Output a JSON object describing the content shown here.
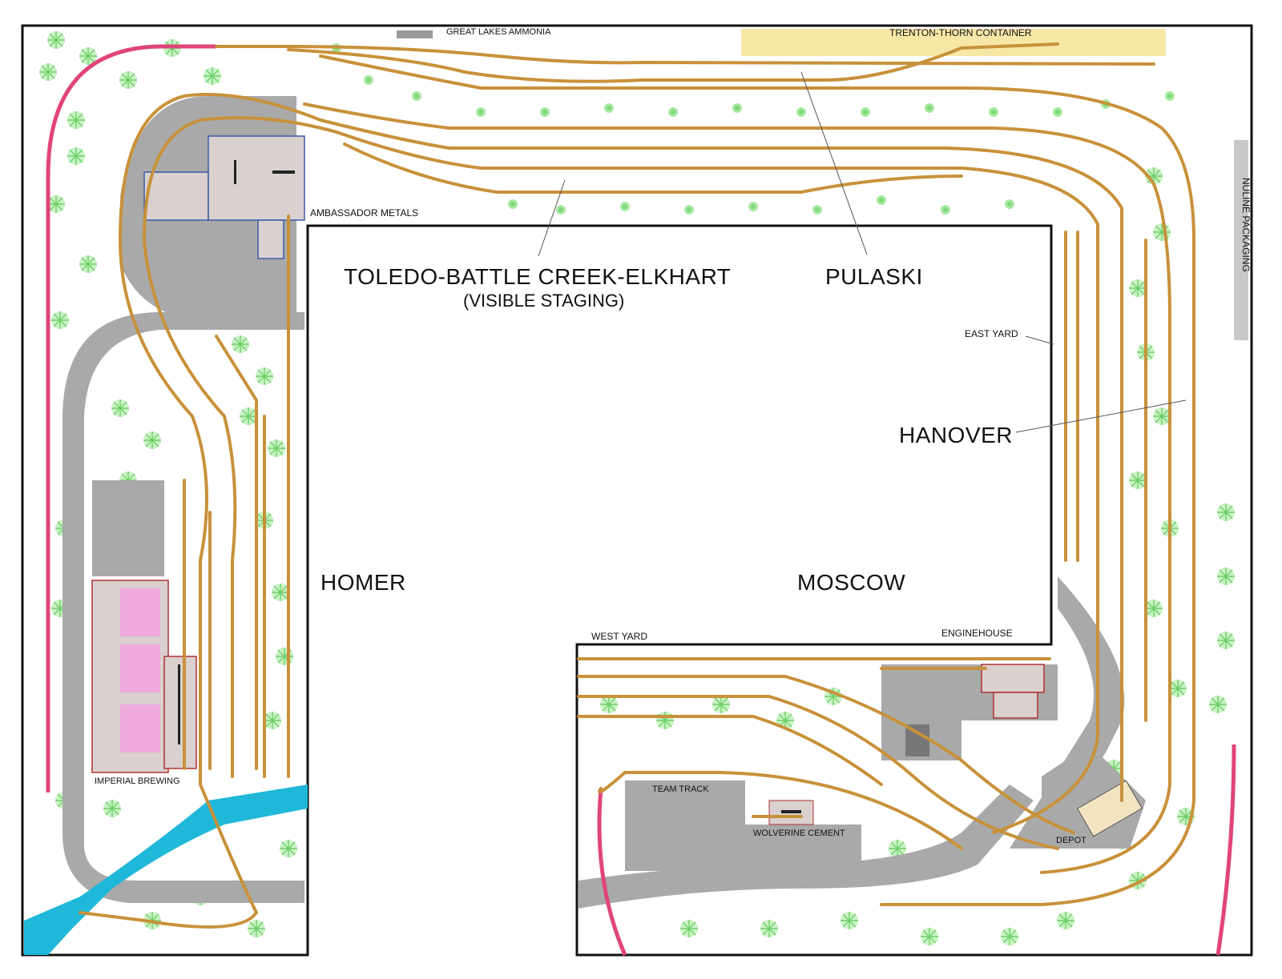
{
  "labels": {
    "great_lakes_ammonia": "GREAT  LAKES AMMONIA",
    "trenton_thorn": "TRENTON-THORN CONTAINER",
    "nuline_packaging": "NULINE PACKAGING",
    "ambassador_metals": "AMBASSADOR METALS",
    "staging_title": "TOLEDO-BATTLE CREEK-ELKHART",
    "staging_sub": "(VISIBLE STAGING)",
    "pulaski": "PULASKI",
    "east_yard": "EAST YARD",
    "hanover": "HANOVER",
    "homer": "HOMER",
    "moscow": "MOSCOW",
    "west_yard": "WEST YARD",
    "enginehouse": "ENGINEHOUSE",
    "imperial_brewing": "IMPERIAL BREWING",
    "team_track": "TEAM TRACK",
    "wolverine_cement": "WOLVERINE CEMENT",
    "depot": "DEPOT"
  },
  "colors": {
    "track": "#c8913a",
    "track_edge": "#8a5a20",
    "mainline_pink": "#e0457a",
    "road": "#a9a9a9",
    "water": "#1fb8d8",
    "tree": "#7fd97a",
    "border": "#111111"
  }
}
